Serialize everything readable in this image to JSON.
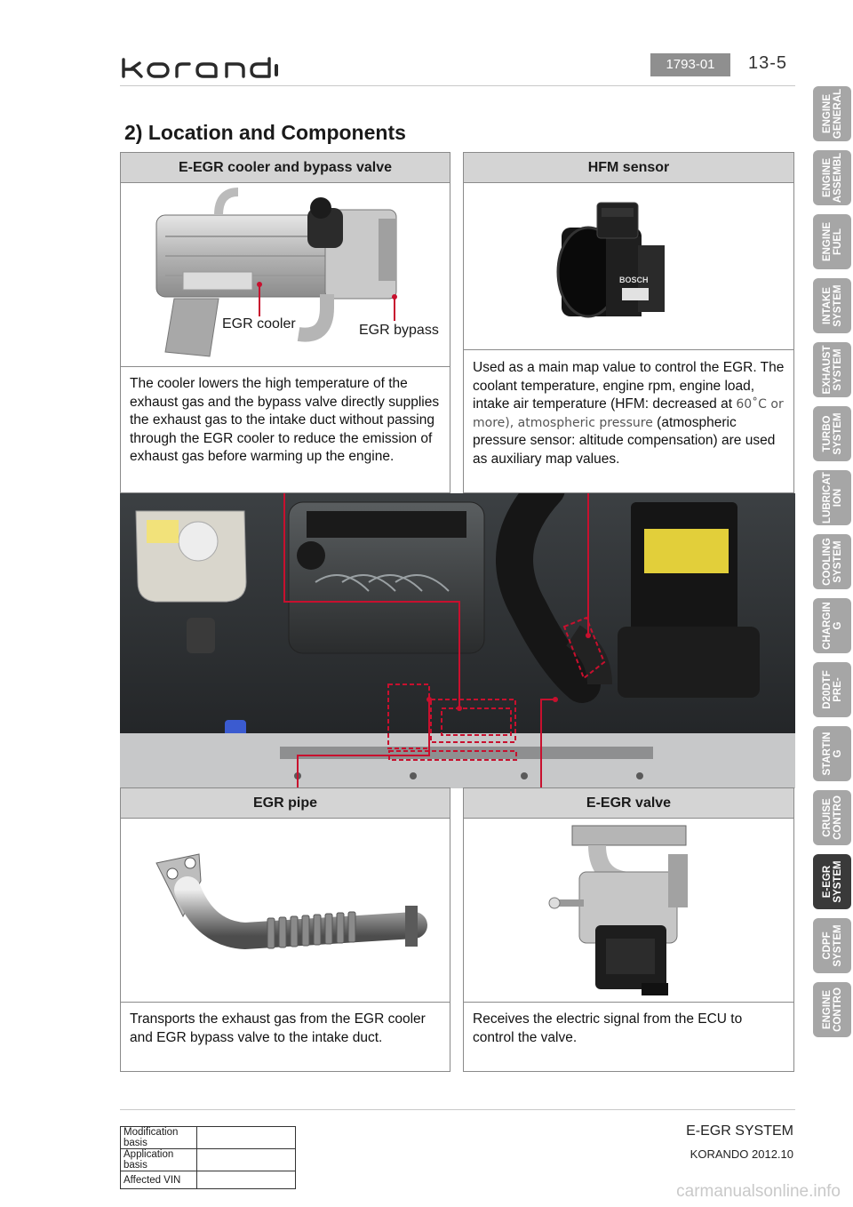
{
  "header": {
    "logo_text": "korando",
    "doc_code": "1793-01",
    "page_number": "13-5"
  },
  "section_title": "2) Location and Components",
  "components": {
    "egr_cooler": {
      "title": "E-EGR cooler and bypass valve",
      "callout_cooler": "EGR cooler",
      "callout_bypass": "EGR bypass",
      "description": "The cooler lowers the high temperature of the exhaust gas and the bypass valve directly supplies the exhaust gas to the intake duct without passing through the EGR cooler to reduce the emission of exhaust gas before warming up the engine."
    },
    "hfm_sensor": {
      "title": "HFM sensor",
      "sensor_brand": "BOSCH",
      "description_part1": "Used as a main map value to control the EGR. The coolant temperature, engine rpm, engine load, intake air temperature (HFM: decreased at",
      "description_part2": "60˚C or more), atmospheric pressure",
      "description_part3": "(atmospheric pressure sensor: altitude compensation) are used as auxiliary map values."
    },
    "egr_pipe": {
      "title": "EGR pipe",
      "description": "Transports the exhaust gas from the EGR cooler and EGR bypass valve to the intake duct."
    },
    "egr_valve": {
      "title": "E-EGR valve",
      "description": "Receives the electric signal from the ECU to control the valve."
    }
  },
  "side_tabs": [
    {
      "label": "ENGINE\nGENERAL",
      "active": false
    },
    {
      "label": "ENGINE\nASSEMBL",
      "active": false
    },
    {
      "label": "ENGINE\nFUEL",
      "active": false
    },
    {
      "label": "INTAKE\nSYSTEM",
      "active": false
    },
    {
      "label": "EXHAUST\nSYSTEM",
      "active": false
    },
    {
      "label": "TURBO\nSYSTEM",
      "active": false
    },
    {
      "label": "LUBRICAT\nION",
      "active": false
    },
    {
      "label": "COOLING\nSYSTEM",
      "active": false
    },
    {
      "label": "CHARGIN\nG",
      "active": false
    },
    {
      "label": "D20DTF\nPRE-",
      "active": false
    },
    {
      "label": "STARTIN\nG",
      "active": false
    },
    {
      "label": "CRUISE\nCONTRO",
      "active": false
    },
    {
      "label": "E-EGR\nSYSTEM",
      "active": true
    },
    {
      "label": "CDPF\nSYSTEM",
      "active": false
    },
    {
      "label": "ENGINE\nCONTRO",
      "active": false
    }
  ],
  "footer": {
    "table": [
      {
        "label": "Modification basis",
        "value": ""
      },
      {
        "label": "Application basis",
        "value": ""
      },
      {
        "label": "Affected VIN",
        "value": ""
      }
    ],
    "title": "E-EGR SYSTEM",
    "subtitle": "KORANDO 2012.10",
    "watermark": "carmanualsonline.info"
  },
  "colors": {
    "header_fill": "#d4d4d4",
    "tab_inactive": "#a6a6a6",
    "tab_active": "#3a3a3a",
    "callout_line": "#c8102e"
  }
}
